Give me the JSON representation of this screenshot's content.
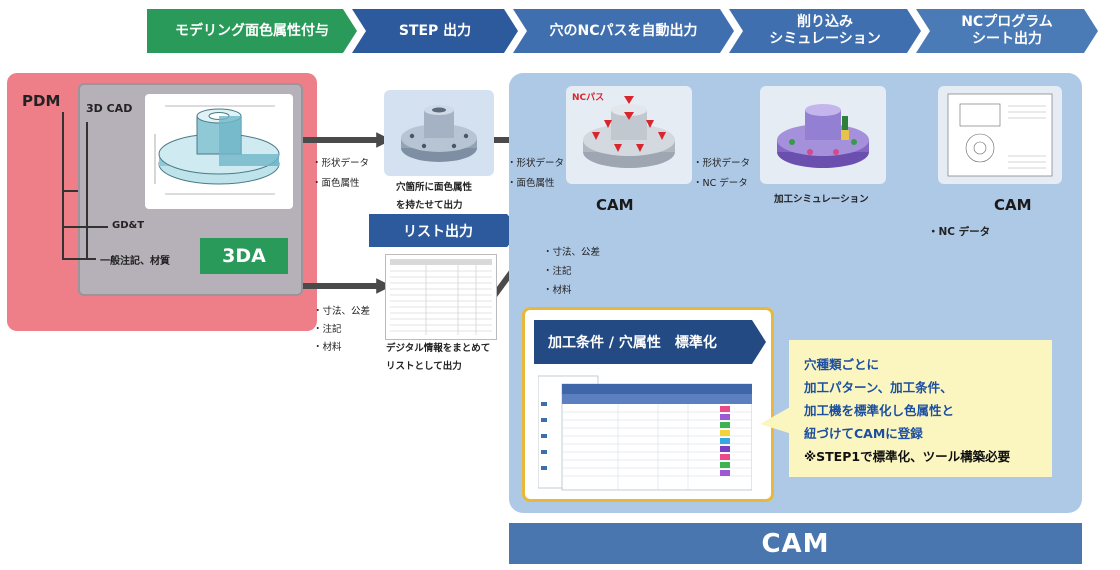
{
  "process_steps": [
    {
      "label_lines": [
        "モデリング面色属性付与"
      ],
      "color": "#2a9a5a"
    },
    {
      "label_lines": [
        "STEP 出力"
      ],
      "color": "#2c5a9c"
    },
    {
      "label_lines": [
        "穴のNCパスを自動出力"
      ],
      "color": "#3f6fae"
    },
    {
      "label_lines": [
        "削り込み",
        "シミュレーション"
      ],
      "color": "#3f6fae"
    },
    {
      "label_lines": [
        "NCプログラム",
        "シート出力"
      ],
      "color": "#4a7bb7"
    }
  ],
  "pdm": {
    "title": "PDM",
    "cad_label": "3D CAD",
    "gdt_label": "GD&T",
    "notes_label": "一般注記、材質",
    "badge": "3DA"
  },
  "flow": {
    "step_labels": [
      "・形状データ",
      "・面色属性"
    ],
    "list_labels": [
      "・寸法、公差",
      "・注記",
      "・材料"
    ],
    "step_caption": [
      "穴箇所に面色属性",
      "を持たせて出力"
    ],
    "list_banner": "リスト出力",
    "list_caption": [
      "デジタル情報をまとめて",
      "リストとして出力"
    ],
    "cam_in_labels": [
      "・形状データ",
      "・面色属性"
    ],
    "cam_list_labels": [
      "・寸法、公差",
      "・注記",
      "・材料"
    ],
    "cam_out_labels": [
      "・形状データ",
      "・NC データ"
    ],
    "nc_path_label": "NCパス",
    "cam_label": "CAM",
    "sim_caption": "加工シミュレーション",
    "cam2_label": "CAM",
    "nc_data_label": "・NC データ"
  },
  "standard": {
    "banner": "加工条件 / 穴属性　標準化"
  },
  "note": {
    "lines": [
      "穴種類ごとに",
      "加工パターン、加工条件、",
      "加工機を標準化し色属性と",
      "紐づけてCAMに登録",
      "※STEP1で標準化、ツール構築必要"
    ]
  },
  "footer": {
    "label": "CAM"
  },
  "colors": {
    "pdm_bg": "#ee7f88",
    "cam_bg": "#aec9e6",
    "green": "#2a9a5a",
    "navy": "#2c5a9c",
    "gold": "#e8b83a",
    "note_bg": "#fbf6bf"
  }
}
